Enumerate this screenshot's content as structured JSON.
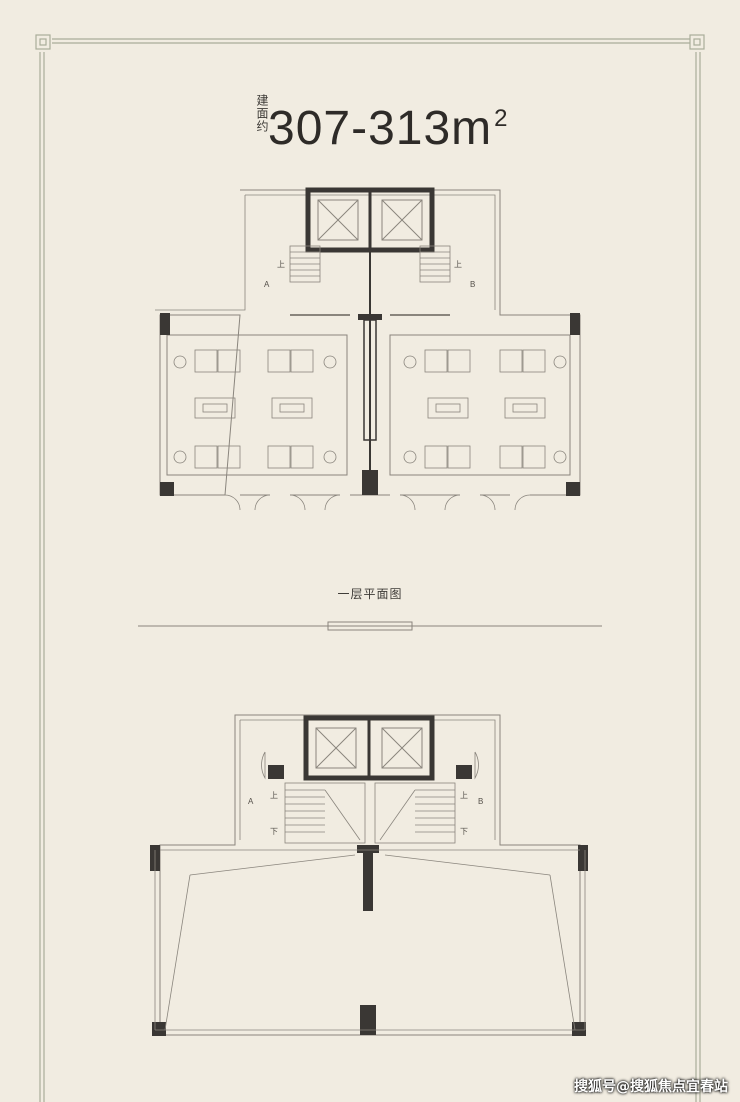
{
  "header": {
    "area_label": "建面约",
    "area_value": "307-313m",
    "area_unit_sup": "2"
  },
  "plan_top": {
    "title": "一层平面图",
    "unit_a": "A",
    "unit_b": "B",
    "stair_up_left": "上",
    "stair_up_right": "上"
  },
  "plan_bottom": {
    "unit_a": "A",
    "unit_b": "B",
    "stair_up_left": "上",
    "stair_down_left": "下",
    "stair_up_right": "上",
    "stair_down_right": "下"
  },
  "watermark": "搜狐号@搜狐焦点宜春站",
  "colors": {
    "background": "#f1ece1",
    "line": "#8a857d",
    "wall": "#3a3734",
    "frame": "#9da38e"
  }
}
